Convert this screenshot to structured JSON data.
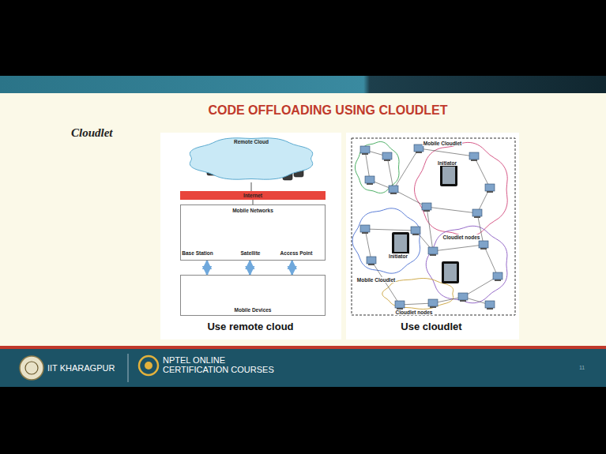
{
  "diagram": {
    "title": "CODE OFFLOADING USING CLOUDLET",
    "nodes": [
      {
        "text": [
          "Remote Cloud"
        ]
      },
      {
        "text": [
          "Internet"
        ]
      },
      {
        "text": [
          "Mobile Networks"
        ]
      },
      {
        "text": [
          "Mobile Devices"
        ]
      }
    ],
    "edges": [
      {
        "from": 0,
        "to": 1,
        "arrow": "none"
      },
      {
        "from": 1,
        "to": 2,
        "arrow": "none"
      },
      {
        "from": 2,
        "to": 3,
        "arrow": "both"
      },
      {
        "from": 2,
        "to": 3,
        "arrow": "both"
      },
      {
        "from": 2,
        "to": 3,
        "arrow": "both"
      }
    ],
    "labels": [
      "Cloudlet",
      "Base Station",
      "Satellite",
      "Access Point",
      "Use remote cloud",
      "Mobile Cloudlet",
      "Initiator",
      "Cloudlet nodes",
      "Initiator",
      "Mobile Cloudlet",
      "Cloudlet nodes",
      "Use cloudlet",
      "IIT KHARAGPUR",
      "NPTEL ONLINE CERTIFICATION COURSES",
      "11"
    ]
  }
}
